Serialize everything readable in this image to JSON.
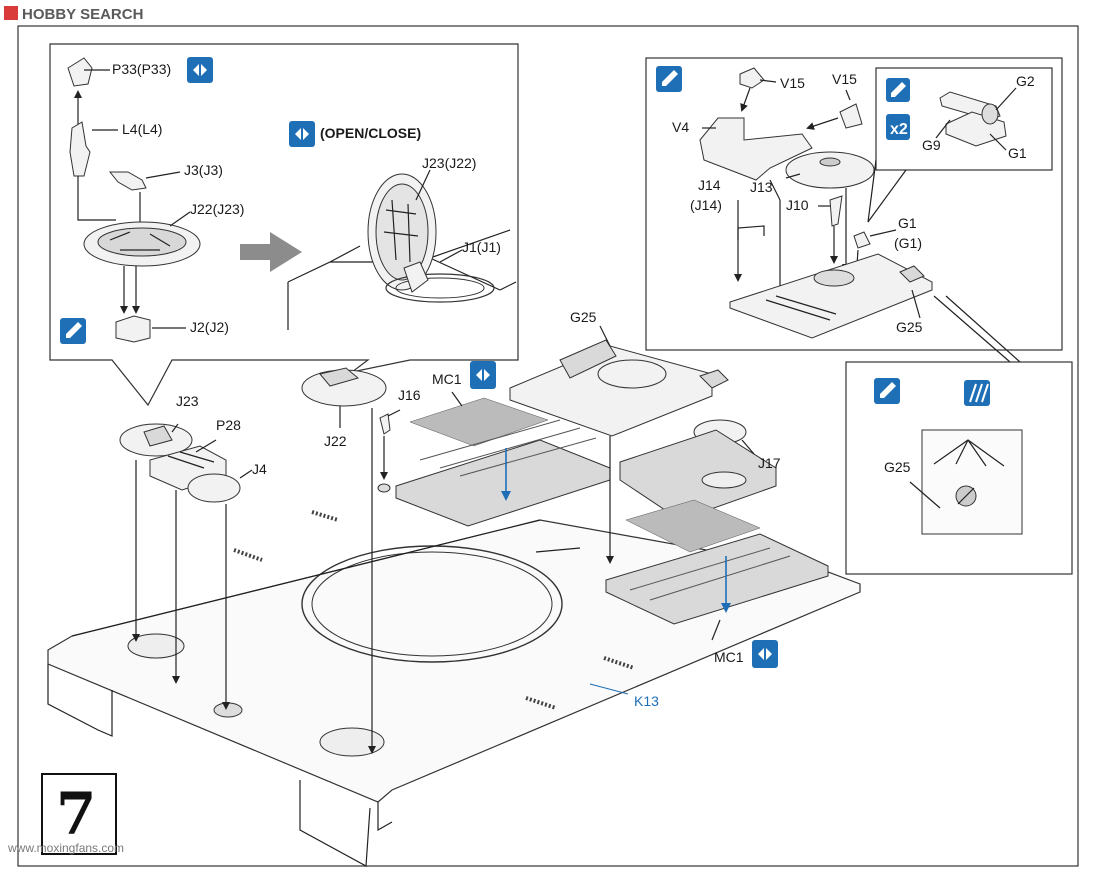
{
  "watermark": {
    "brand": "HOBBY SEARCH",
    "site": "www.moxingfans.com"
  },
  "step": {
    "number": "7"
  },
  "labels": {
    "p33": "P33(P33)",
    "l4": "L4(L4)",
    "j3": "J3(J3)",
    "j22_j23": "J22(J23)",
    "j2": "J2(J2)",
    "open_close": "(OPEN/CLOSE)",
    "j23_j22": "J23(J22)",
    "j1": "J1(J1)",
    "v15a": "V15",
    "v15b": "V15",
    "v4": "V4",
    "j13": "J13",
    "j14": "J14",
    "j14b": "(J14)",
    "j10": "J10",
    "g1": "G1",
    "g1b": "(G1)",
    "g25a": "G25",
    "g2": "G2",
    "g9": "G9",
    "g1c": "G1",
    "x2": "x2",
    "g25b": "G25",
    "j23": "J23",
    "p28": "P28",
    "j4": "J4",
    "j22": "J22",
    "j16": "J16",
    "mc1a": "MC1",
    "g25c": "G25",
    "j17": "J17",
    "mc1b": "MC1",
    "k13": "K13"
  },
  "colors": {
    "accent_blue": "#1f6fb6",
    "ink": "#222222"
  },
  "icons": [
    "direction-icon",
    "glue-icon",
    "paint-icon",
    "x2-quantity-icon"
  ]
}
